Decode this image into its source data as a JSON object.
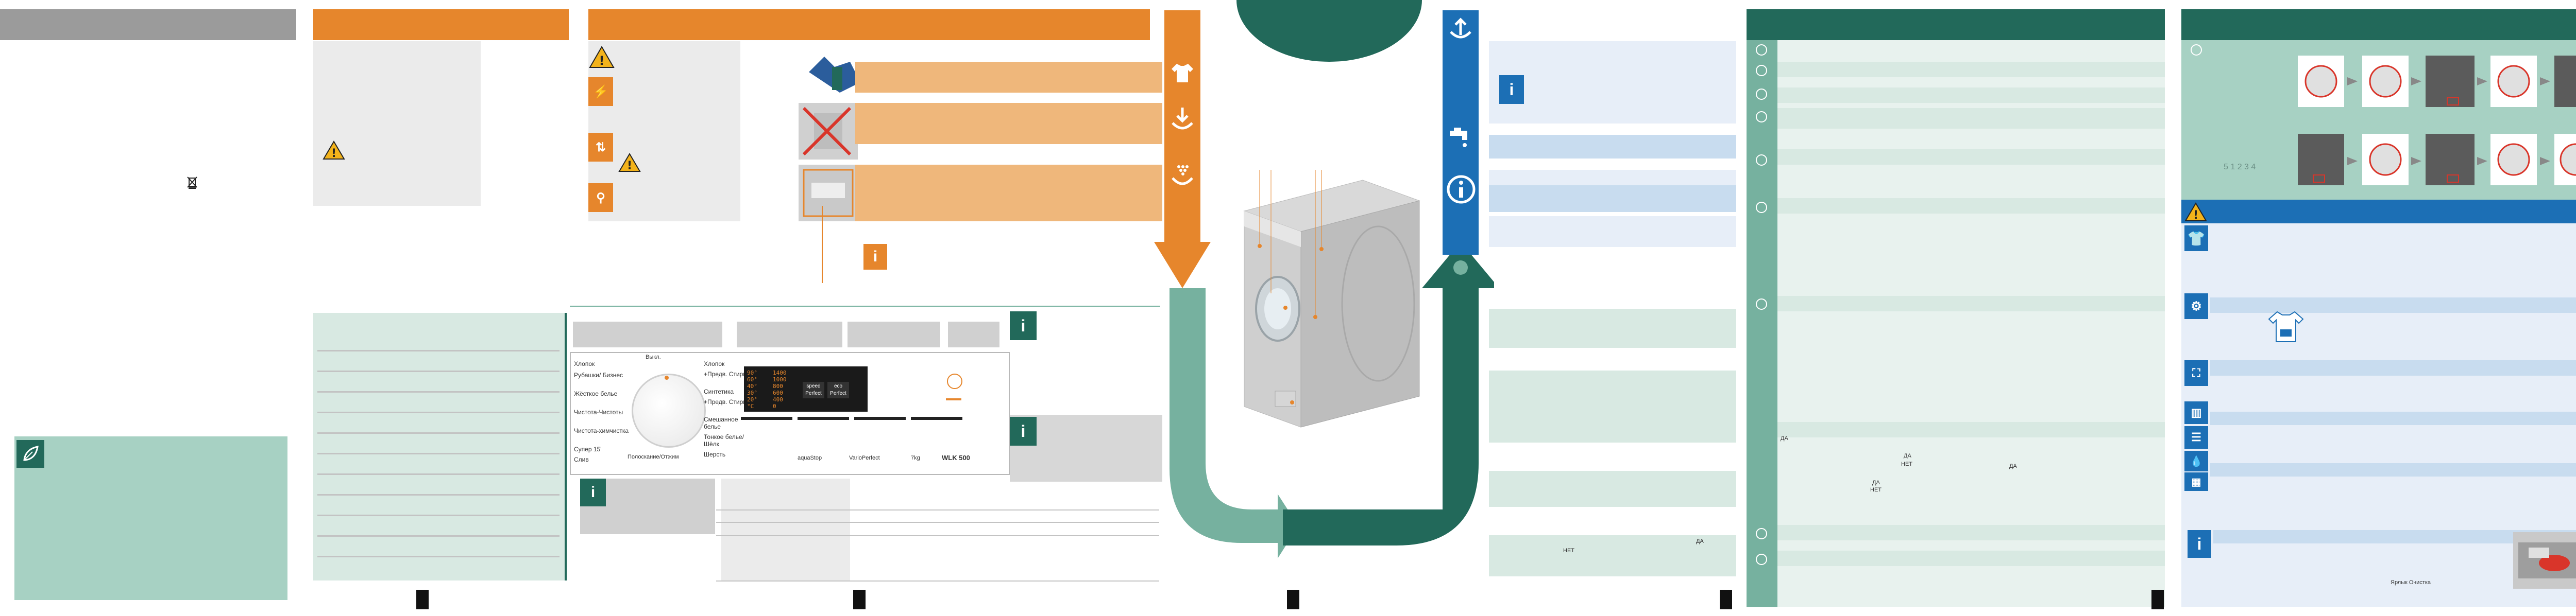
{
  "panel6": {
    "recycle_icon": "weee-bin-icon"
  },
  "panel1": {
    "leaf_icon": "leaf-icon",
    "warning_icon": "warning-triangle-icon"
  },
  "control_panel": {
    "programs_left": [
      "Хлопок",
      "Рубашки/ Бизнес",
      "Жёсткое белье",
      "Чистота-Чистоты",
      "Чистота-химчистка",
      "Супер 15'",
      "Слив"
    ],
    "off_label": "Выкл.",
    "programs_right": [
      "Хлопок",
      "+Предв. Стирка",
      "Синтетика",
      "+Предв. Стирка",
      "Смешанное белье",
      "Тонкое белье/Шёлк",
      "Шерсть"
    ],
    "dial_bottom": "Полоскание/Отжим",
    "display_values": [
      "1400",
      "1000",
      "800",
      "600",
      "400",
      "0"
    ],
    "display_temps": [
      "90°",
      "60°",
      "40°",
      "30°",
      "20°",
      "°C"
    ],
    "speed_label": "speed Perfect",
    "eco_label": "eco Perfect",
    "bottom_labels": [
      "aquaStop",
      "VarioPerfect",
      "7kg",
      "WLK 500"
    ]
  },
  "panel3": {
    "icons": [
      "shirt-icon",
      "load-arrow-icon",
      "detergent-icon"
    ]
  },
  "panel5": {
    "yes_no": [
      "ДА",
      "НЕТ",
      "ДА",
      "ДА",
      "НЕТ",
      "ДА",
      "НЕТ",
      "ДА"
    ]
  },
  "panel6b": {
    "spin_scale": "5 1 2 3 4",
    "footer_text": "Ярлык Очистка"
  },
  "colors": {
    "orange": "#e6862c",
    "dark_green": "#22695a",
    "mid_green": "#76b19f",
    "blue": "#1c6fb5"
  }
}
